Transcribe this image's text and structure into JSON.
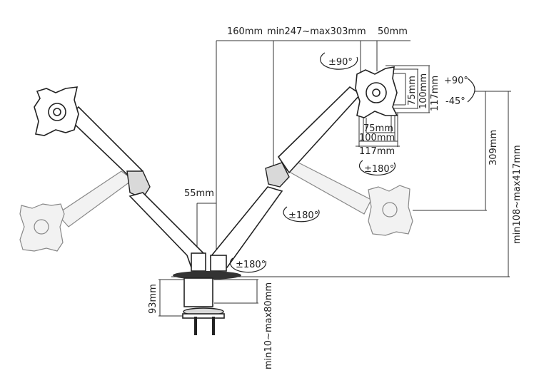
{
  "dimensions": {
    "arm_offset": "160mm",
    "arm_reach": "min247~max303mm",
    "plate_offset": "50mm",
    "vesa_v_75": "75mm",
    "vesa_v_100": "100mm",
    "vesa_v_117": "117mm",
    "vesa_h_75": "75mm",
    "vesa_h_100": "100mm",
    "vesa_h_117": "117mm",
    "pole_gap": "55mm",
    "height_309": "309mm",
    "height_range": "min108~max417mm",
    "clamp_height": "93mm",
    "desk_thickness": "min10~max80mm"
  },
  "rotations": {
    "swivel_plate": "±90°",
    "tilt_up": "+90°",
    "tilt_down": "-45°",
    "rotate_plate": "±180°",
    "rotate_elbow": "±180°",
    "rotate_base": "±180°"
  }
}
